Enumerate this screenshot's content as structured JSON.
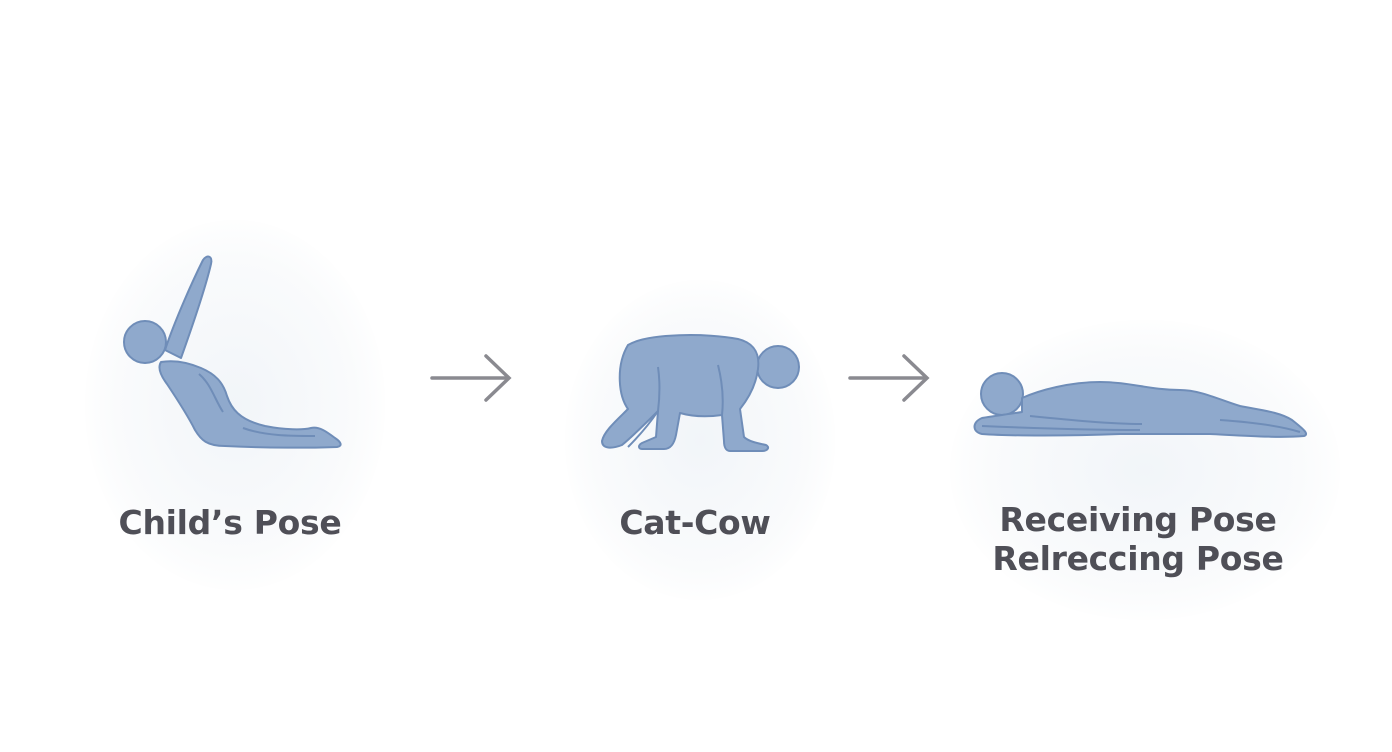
{
  "poses": [
    {
      "label": "Child's Pose",
      "label_lines": [
        "Child’s Pose"
      ]
    },
    {
      "label": "Cat-Cow",
      "label_lines": [
        "Cat-Cow"
      ]
    },
    {
      "label": "Receiving Pose Relreccing Pose",
      "label_lines": [
        "Receiving Pose",
        "Relreccing Pose"
      ]
    }
  ],
  "colors": {
    "figure_fill": "#8fa9cc",
    "figure_stroke": "#6f8db8",
    "arrow": "#8a8a90",
    "label_text": "#4f4f57"
  },
  "icons": [
    "yoga-pose-figure",
    "arrow-right-icon"
  ]
}
